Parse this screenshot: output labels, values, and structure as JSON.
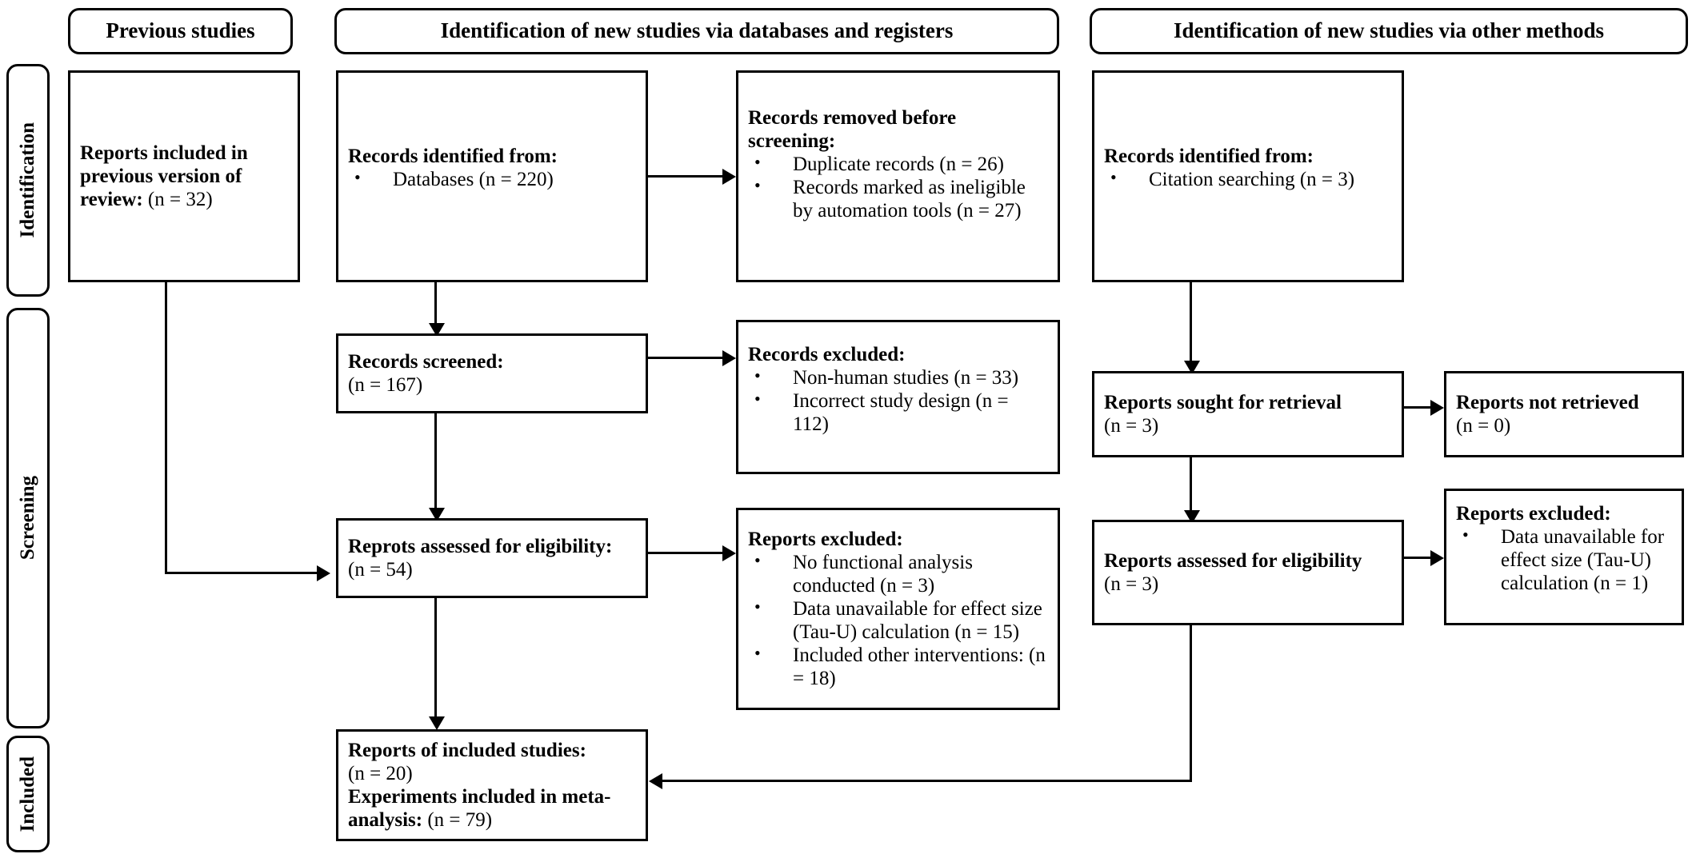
{
  "diagram": {
    "type": "prisma-flow-diagram",
    "headers": [
      {
        "label": "Previous studies"
      },
      {
        "label": "Identification of new studies via databases and registers"
      },
      {
        "label": "Identification of new studies via other methods"
      }
    ],
    "stages": [
      {
        "label": "Identification"
      },
      {
        "label": "Screening"
      },
      {
        "label": "Included"
      }
    ],
    "boxes": {
      "previous_reports": {
        "title": "Reports included in previous version of review:",
        "value": "(n = 32)"
      },
      "records_identified": {
        "title": "Records identified from:",
        "items": [
          "Databases (n = 220)"
        ]
      },
      "records_removed": {
        "title": "Records removed before screening:",
        "items": [
          "Duplicate records (n = 26)",
          "Records marked as ineligible by automation tools (n = 27)"
        ]
      },
      "records_screened": {
        "title": "Records screened:",
        "value": "(n = 167)"
      },
      "records_excluded": {
        "title": "Records excluded:",
        "items": [
          "Non-human studies (n = 33)",
          "Incorrect study design (n = 112)"
        ]
      },
      "reports_eligibility": {
        "title": "Reprots assessed for eligibility:",
        "value": "(n = 54)"
      },
      "reports_excluded": {
        "title": "Reports excluded:",
        "items": [
          "No functional analysis conducted (n = 3)",
          "Data unavailable for effect size (Tau-U) calculation (n = 15)",
          "Included other interventions: (n = 18)"
        ]
      },
      "included_studies": {
        "title": "Reports of included studies:",
        "value": "(n = 20)",
        "title2": "Experiments included in meta-analysis:",
        "value2": "(n = 79)"
      },
      "other_identified": {
        "title": "Records identified from:",
        "items": [
          "Citation searching (n = 3)"
        ]
      },
      "reports_sought": {
        "title": "Reports sought for retrieval",
        "value": "(n = 3)"
      },
      "reports_not_retrieved": {
        "title": "Reports not retrieved",
        "value": "(n = 0)"
      },
      "other_eligibility": {
        "title": "Reports assessed for eligibility",
        "value": "(n = 3)"
      },
      "other_excluded": {
        "title": "Reports excluded:",
        "items": [
          "Data unavailable for effect size (Tau-U) calculation (n = 1)"
        ]
      }
    }
  },
  "colors": {
    "line": "#000000",
    "background": "#ffffff",
    "border": "#000000"
  }
}
